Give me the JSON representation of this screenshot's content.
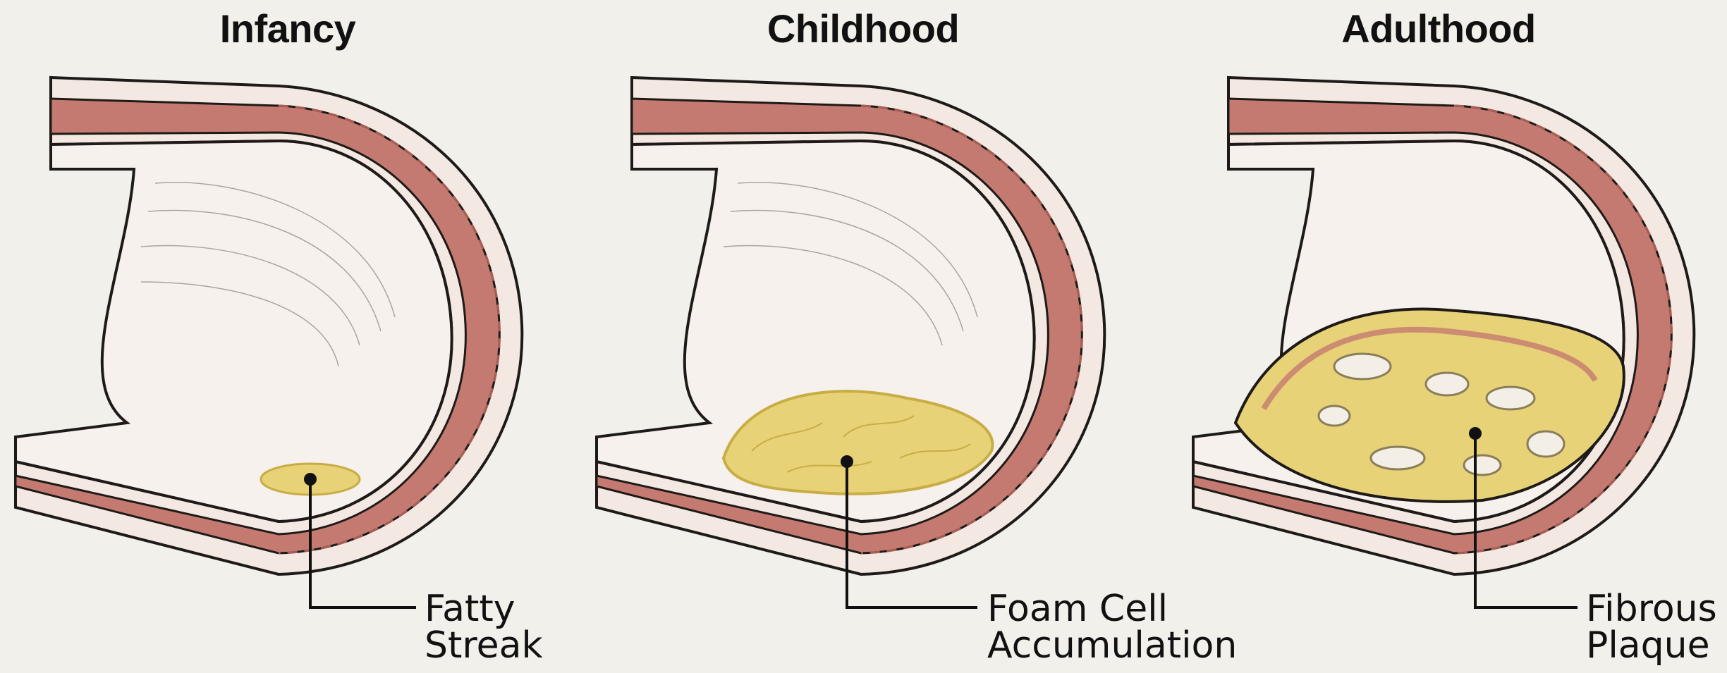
{
  "panels": [
    {
      "title": "Infancy",
      "label_line1": "Fatty",
      "label_line2": "Streak",
      "lesion": "streak"
    },
    {
      "title": "Childhood",
      "label_line1": "Foam Cell",
      "label_line2": "Accumulation",
      "lesion": "foam"
    },
    {
      "title": "Adulthood",
      "label_line1": "Fibrous",
      "label_line2": "Plaque",
      "lesion": "plaque"
    }
  ],
  "colors": {
    "background": "#f2f0ea",
    "outer_wall": "#f3e9e2",
    "media": "#c47a70",
    "media_dark": "#a85d55",
    "lumen": "#f7f1ee",
    "lipid": "#e8d277",
    "lipid_edge": "#c8ad45",
    "outline": "#1e1a18"
  }
}
